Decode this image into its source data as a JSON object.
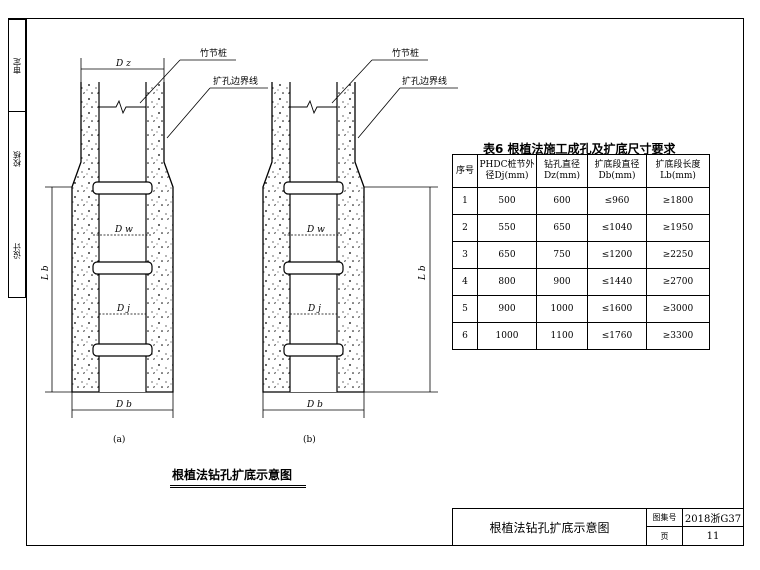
{
  "side_strip": [
    "审定",
    "校核",
    "设计"
  ],
  "labels": {
    "pile": "竹节桩",
    "boundary": "扩孔边界线",
    "dz": "D z",
    "dw": "D w",
    "dj": "D j",
    "db": "D b",
    "lb": "L b",
    "a": "(a)",
    "b": "(b)"
  },
  "drawing_caption": "根植法钻孔扩底示意图",
  "table": {
    "title": "表6   根植法施工成孔及扩底尺寸要求",
    "headers": [
      "序号",
      "PHDC桩节外径Dj(mm)",
      "钻孔直径Dz(mm)",
      "扩底段直径Db(mm)",
      "扩底段长度Lb(mm)"
    ],
    "rows": [
      [
        "1",
        "500",
        "600",
        "≤960",
        "≥1800"
      ],
      [
        "2",
        "550",
        "650",
        "≤1040",
        "≥1950"
      ],
      [
        "3",
        "650",
        "750",
        "≤1200",
        "≥2250"
      ],
      [
        "4",
        "800",
        "900",
        "≤1440",
        "≥2700"
      ],
      [
        "5",
        "900",
        "1000",
        "≤1600",
        "≥3000"
      ],
      [
        "6",
        "1000",
        "1100",
        "≤1760",
        "≥3300"
      ]
    ]
  },
  "title_block": {
    "title": "根植法钻孔扩底示意图",
    "atlas_label": "图集号",
    "atlas_no": "2018浙G37",
    "page_label": "页",
    "page_no": "11"
  }
}
